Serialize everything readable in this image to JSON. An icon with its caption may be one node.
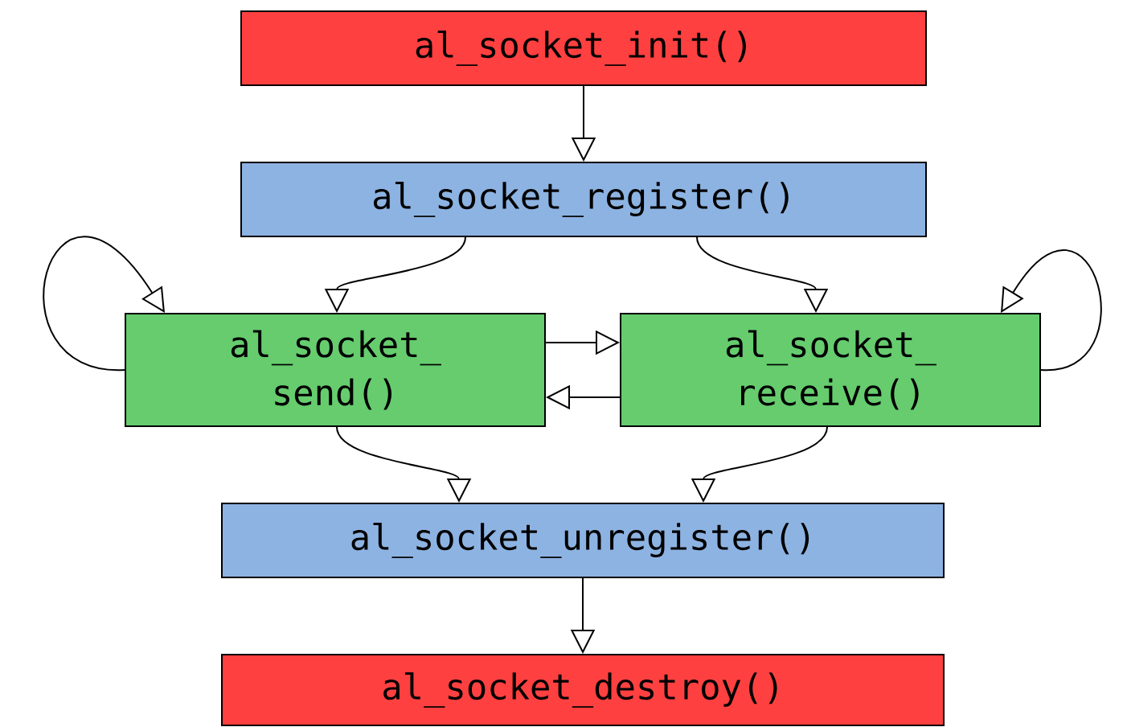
{
  "diagram": {
    "nodes": [
      {
        "text": [
          "al_socket_init()"
        ]
      },
      {
        "text": [
          "al_socket_register()"
        ]
      },
      {
        "text": [
          "al_socket_ send()"
        ]
      },
      {
        "text": [
          "al_socket_ receive()"
        ]
      },
      {
        "text": [
          "al_socket_unregister()"
        ]
      },
      {
        "text": [
          "al_socket_destroy()"
        ]
      }
    ],
    "edges": [
      {
        "from": 0,
        "to": 1,
        "arrow": "to"
      },
      {
        "from": 2,
        "to": 2,
        "arrow": "to"
      },
      {
        "from": 1,
        "to": 2,
        "arrow": "to"
      },
      {
        "from": 1,
        "to": 3,
        "arrow": "to"
      },
      {
        "from": 3,
        "to": 3,
        "arrow": "to"
      },
      {
        "from": 2,
        "to": 3,
        "arrow": "to"
      },
      {
        "from": 3,
        "to": 2,
        "arrow": "to"
      },
      {
        "from": 2,
        "to": 4,
        "arrow": "to"
      },
      {
        "from": 3,
        "to": 4,
        "arrow": "to"
      },
      {
        "from": 4,
        "to": 5,
        "arrow": "to"
      }
    ]
  }
}
